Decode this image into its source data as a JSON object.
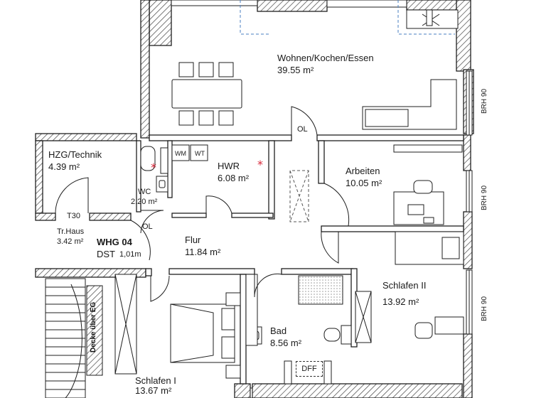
{
  "rooms": {
    "wohnen": {
      "name": "Wohnen/Kochen/Essen",
      "area": "39.55 m²"
    },
    "hzg": {
      "name": "HZG/Technik",
      "area": "4.39 m²"
    },
    "wc": {
      "name": "WC",
      "area": "2.20 m²"
    },
    "hwr": {
      "name": "HWR",
      "area": "6.08 m²"
    },
    "arbeiten": {
      "name": "Arbeiten",
      "area": "10.05 m²"
    },
    "flur": {
      "name": "Flur",
      "area": "11.84 m²"
    },
    "schlafen2": {
      "name": "Schlafen II",
      "area": "13.92 m²"
    },
    "bad": {
      "name": "Bad",
      "area": "8.56 m²"
    },
    "schlafen1": {
      "name": "Schlafen I",
      "area": "13.67 m²"
    },
    "trhaus": {
      "name": "Tr.Haus",
      "area": "3.42 m²"
    }
  },
  "labels": {
    "t30": "T30",
    "whg": "WHG 04",
    "dst": "DST",
    "dst_size": "1,01m",
    "ol1": "OL",
    "ol2": "OL",
    "wm": "WM",
    "wt": "WT",
    "dff": "DFF",
    "brh1": "BRH 90",
    "brh2": "BRH 90",
    "brh3": "BRH 90",
    "decke": "Decke über EG"
  },
  "colors": {
    "marker": "#d8283a",
    "line": "#1f1f1f"
  }
}
